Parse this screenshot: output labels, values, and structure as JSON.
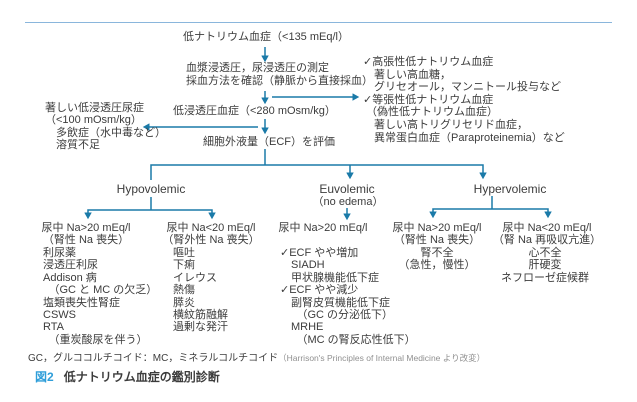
{
  "colors": {
    "line_blue": "#1a7aa8",
    "top_rule_blue": "#8ab6dc",
    "caption_accent_blue": "#2f9ed9",
    "text": "#3c3c3c",
    "footnote_muted": "#909090"
  },
  "flow": {
    "start": "低ナトリウム血症（<135 mEq/l）",
    "measure": {
      "lines": [
        "血漿浸透圧，尿浸透圧の測定",
        "採血方法を確認（静脈から直接採血）"
      ]
    },
    "hypotonic": "低浸透圧血症（<280 mOsm/kg）",
    "ecf": "細胞外液量（ECF）を評価"
  },
  "left_note": {
    "lines": [
      "著しい低浸透圧尿症",
      "（<100 mOsm/kg）",
      "　多飲症（水中毒など）",
      "　溶質不足"
    ]
  },
  "right_note": {
    "lines": [
      "✓高張性低ナトリウム血症",
      "　著しい高血糖，",
      "　グリセオール，マンニトール投与など",
      "✓等張性低ナトリウム血症",
      " （偽性低ナトリウム血症）",
      "　著しい高トリグリセリド血症，",
      "　異常蛋白血症（Paraproteinemia）など"
    ]
  },
  "branches": [
    {
      "label": "Hypovolemic",
      "sub": ""
    },
    {
      "label": "Euvolemic",
      "sub": "（no edema）"
    },
    {
      "label": "Hypervolemic",
      "sub": ""
    }
  ],
  "columns": [
    {
      "header": [
        "尿中 Na>20 mEq/l",
        "（腎性 Na 喪失）"
      ],
      "items": [
        "利尿薬",
        "浸透圧利尿",
        "Addison 病",
        "　（GC と MC の欠乏）",
        "塩類喪失性腎症",
        "CSWS",
        "RTA",
        "　（重炭酸尿を伴う）"
      ]
    },
    {
      "header": [
        "尿中 Na<20 mEq/l",
        "（腎外性 Na 喪失）"
      ],
      "items": [
        "嘔吐",
        "下痢",
        "イレウス",
        "熱傷",
        "膵炎",
        "横紋筋融解",
        "過剰な発汗"
      ]
    },
    {
      "header": [
        "尿中 Na>20 mEq/l"
      ],
      "items": [
        "✓ECF やや増加",
        "　SIADH",
        "　甲状腺機能低下症",
        "✓ECF やや減少",
        "　副腎皮質機能低下症",
        "　　（GC の分泌低下）",
        "　MRHE",
        "　　（MC の腎反応性低下）"
      ]
    },
    {
      "header": [
        "尿中 Na>20 mEq/l",
        "（腎性 Na 喪失）"
      ],
      "items": [
        "腎不全",
        "（急性，慢性）"
      ]
    },
    {
      "header": [
        "尿中 Na<20 mEq/l",
        "（腎 Na 再吸収亢進）"
      ],
      "items": [
        "心不全",
        "肝硬変",
        "ネフローゼ症候群"
      ]
    }
  ],
  "footnote": {
    "main": "GC，グルココルチコイド：MC，ミネラルコルチコイド",
    "source": "（Harrison's Principles of Internal Medicine より改変）"
  },
  "caption": {
    "tag": "図2",
    "title": "低ナトリウム血症の鑑別診断"
  }
}
